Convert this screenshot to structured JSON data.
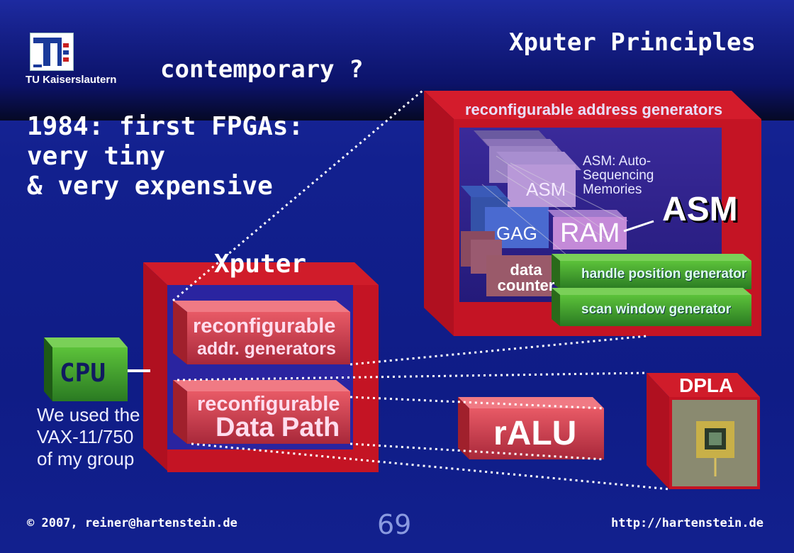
{
  "header": {
    "logo_caption": "TU Kaiserslautern",
    "title": "Xputer Principles",
    "subtitle": "contemporary ?"
  },
  "history_note": {
    "line1": "1984: first FPGAs:",
    "line2": "very tiny",
    "line3": "& very expensive"
  },
  "xputer": {
    "label": "Xputer",
    "gen_block": {
      "line1": "reconfigurable",
      "line2": "addr. generators"
    },
    "dp_block": {
      "line1": "reconfigurable",
      "line2": "Data Path"
    }
  },
  "cpu": {
    "label": "CPU",
    "note1": "We used the",
    "note2": "VAX-11/750",
    "note3": "of my group"
  },
  "asm_panel": {
    "heading": "reconfigurable address generators",
    "asm_desc1": "ASM: Auto-",
    "asm_desc2": "Sequencing",
    "asm_desc3": "Memories",
    "asm_box": "ASM",
    "gag_box": "GAG",
    "ram_box": "RAM",
    "data_counter1": "data",
    "data_counter2": "counter",
    "big_asm": "ASM",
    "handle_gen": "handle position generator",
    "scan_gen": "scan window generator"
  },
  "ralu": {
    "label": "rALU"
  },
  "dpla": {
    "label": "DPLA"
  },
  "footer": {
    "copyright": "© 2007, reiner@hartenstein.de",
    "url": "http://hartenstein.de",
    "page_number": "69"
  },
  "colors": {
    "background": "#12208e",
    "frame_red": "#c01020",
    "block_red": "#d03848",
    "cpu_green": "#2f8a2f",
    "gen_green": "#3a9a2a"
  }
}
